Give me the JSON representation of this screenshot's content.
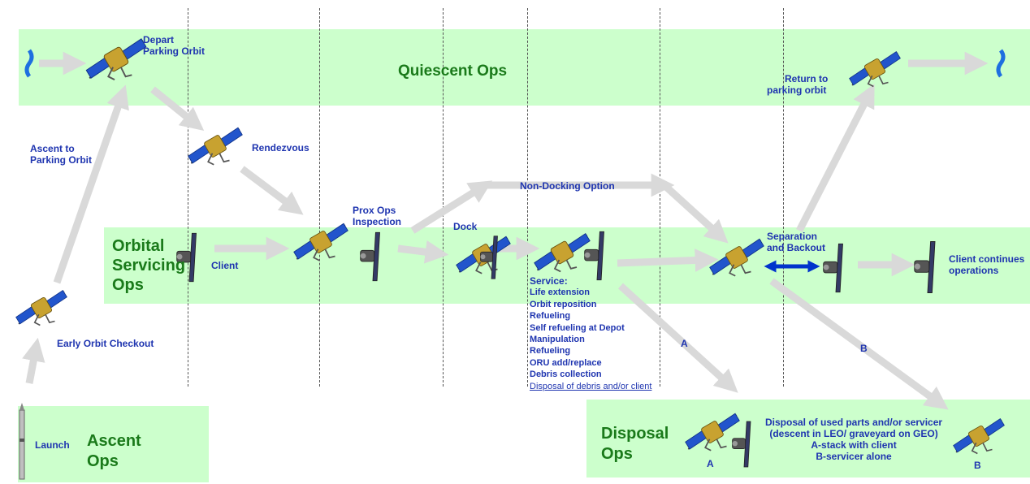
{
  "colors": {
    "band": "#ccffcc",
    "label": "#1f35b0",
    "ops": "#1a7a1a",
    "arrow": "#d9d9d9",
    "blue_arrow": "#0033cc"
  },
  "bands": {
    "quiescent": "Quiescent Ops",
    "servicing_line1": "Orbital",
    "servicing_line2": "Servicing",
    "servicing_line3": "Ops",
    "ascent_line1": "Ascent",
    "ascent_line2": "Ops",
    "disposal_line1": "Disposal",
    "disposal_line2": "Ops"
  },
  "labels": {
    "depart_1": "Depart",
    "depart_2": "Parking Orbit",
    "ascent_to_1": "Ascent to",
    "ascent_to_2": "Parking Orbit",
    "rendezvous": "Rendezvous",
    "client": "Client",
    "prox_1": "Prox Ops",
    "prox_2": "Inspection",
    "dock": "Dock",
    "non_docking": "Non-Docking  Option",
    "separation_1": "Separation",
    "separation_2": "and Backout",
    "client_continues_1": "Client continues",
    "client_continues_2": "operations",
    "return_1": "Return to",
    "return_2": "parking orbit",
    "early_orbit": "Early Orbit Checkout",
    "launch": "Launch",
    "path_a": "A",
    "path_b": "B",
    "disposal_1": "Disposal  of used parts and/or servicer",
    "disposal_2": "(descent in LEO/ graveyard on GEO)",
    "disposal_3": "A-stack  with client",
    "disposal_4": "B-servicer alone",
    "sat_a": "A",
    "sat_b": "B"
  },
  "service": {
    "title": "Service:",
    "items": [
      "Life extension",
      "Orbit reposition",
      "Refueling",
      "Self refueling at Depot",
      "Manipulation",
      "Refueling",
      "ORU add/replace",
      "Debris collection"
    ],
    "last": "Disposal of debris and/or client"
  }
}
